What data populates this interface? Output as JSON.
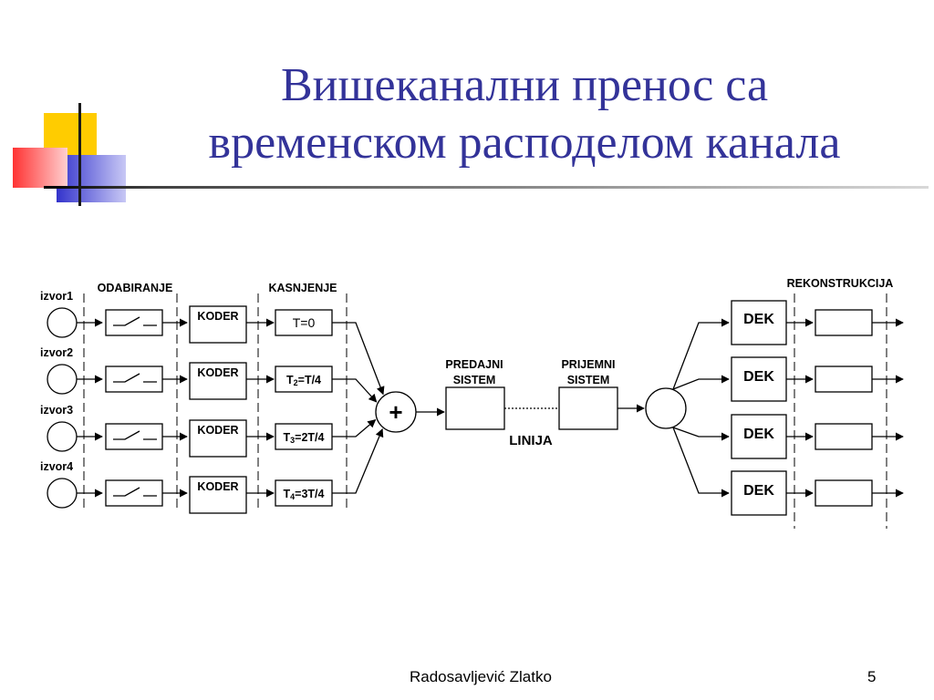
{
  "title": {
    "line1": "Вишеканални пренос са",
    "line2": "временском расподелом канала"
  },
  "diagram": {
    "section_labels": {
      "selection": "ODABIRANJE",
      "delay": "KASNJENJE",
      "reconstruction": "REKONSTRUKCIJA"
    },
    "sources": [
      "izvor1",
      "izvor2",
      "izvor3",
      "izvor4"
    ],
    "coder_label": "KODER",
    "delays": [
      {
        "main": "T=0",
        "sub": "",
        "rest": ""
      },
      {
        "main": "T",
        "sub": "2",
        "rest": "=T/4"
      },
      {
        "main": "T",
        "sub": "3",
        "rest": "=2T/4"
      },
      {
        "main": "T",
        "sub": "4",
        "rest": "=3T/4"
      }
    ],
    "adder_symbol": "+",
    "transmitter": {
      "line1": "PREDAJNI",
      "line2": "SISTEM"
    },
    "receiver": {
      "line1": "PRIJEMNI",
      "line2": "SISTEM"
    },
    "link_label": "LINIJA",
    "decoder_label": "DEK"
  },
  "footer": {
    "author": "Radosavljević Zlatko",
    "page": "5"
  }
}
